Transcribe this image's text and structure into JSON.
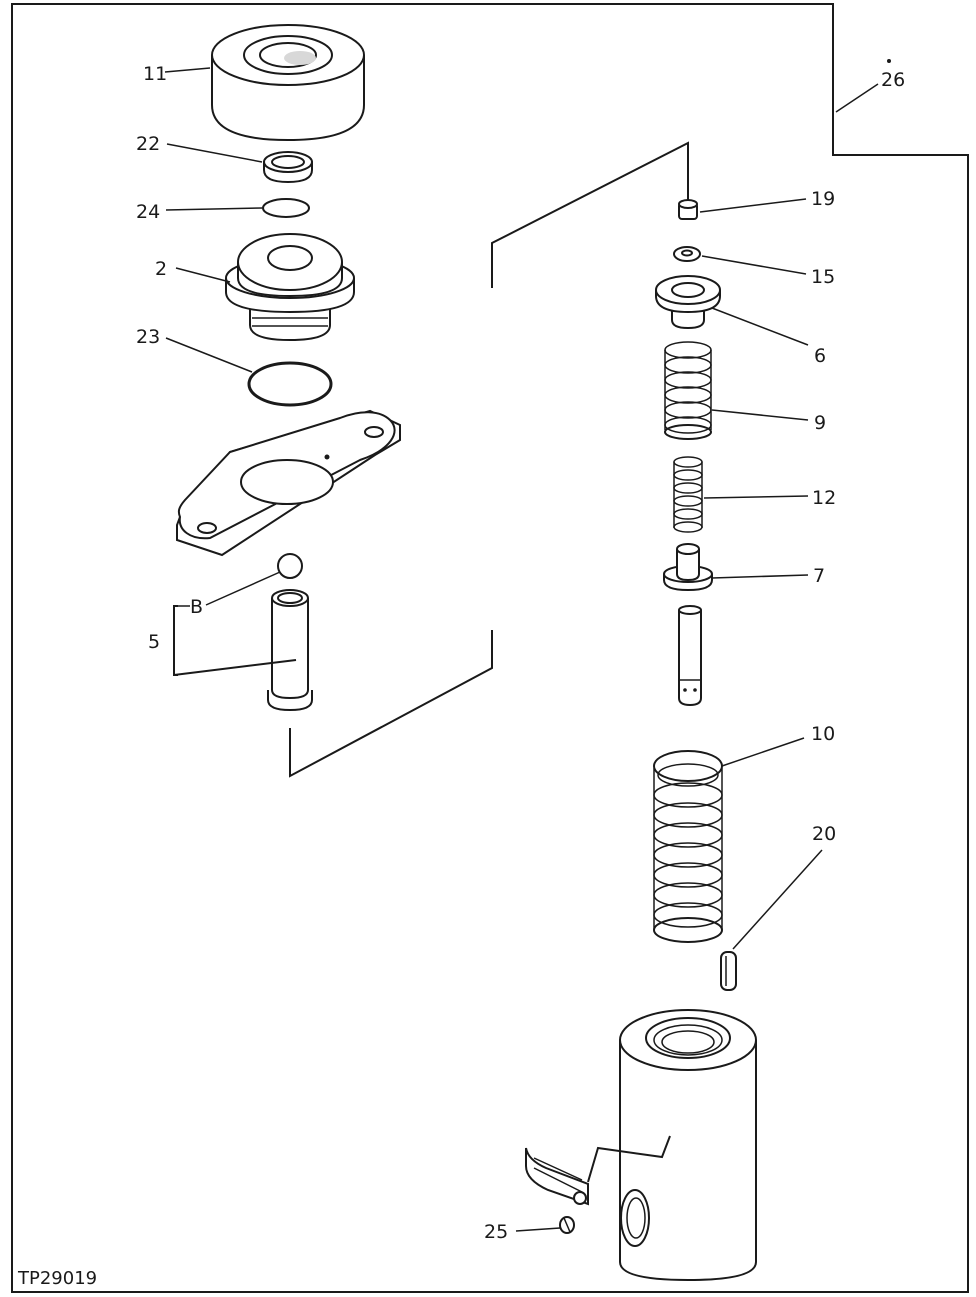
{
  "figure": {
    "id": "TP29019"
  },
  "callouts": {
    "c11": "11",
    "c22": "22",
    "c24": "24",
    "c2": "2",
    "c23": "23",
    "cB": "B",
    "c5": "5",
    "c26": "26",
    "c19": "19",
    "c15": "15",
    "c6": "6",
    "c9": "9",
    "c12": "12",
    "c7": "7",
    "c10": "10",
    "c20": "20",
    "c25": "25"
  }
}
